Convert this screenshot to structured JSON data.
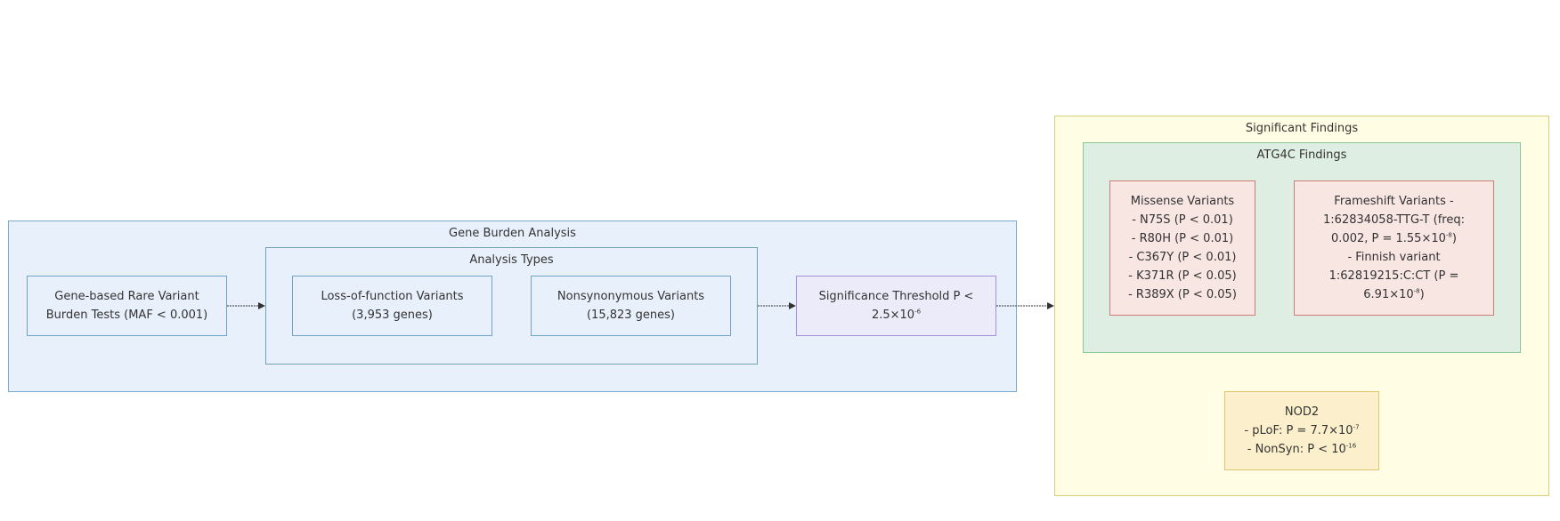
{
  "groups": {
    "gene_burden": {
      "title": "Gene Burden Analysis"
    },
    "analysis_types": {
      "title": "Analysis Types"
    },
    "significant_findings": {
      "title": "Significant Findings"
    },
    "atg4c_findings": {
      "title": "ATG4C Findings"
    }
  },
  "nodes": {
    "gene_based": {
      "lines": [
        "Gene-based Rare Variant",
        "Burden Tests (MAF < 0.001)"
      ]
    },
    "lof": {
      "lines": [
        "Loss-of-function Variants",
        "(3,953 genes)"
      ]
    },
    "nonsyn": {
      "lines": [
        "Nonsynonymous Variants",
        "(15,823 genes)"
      ]
    },
    "threshold": {
      "line1": "Significance Threshold P <",
      "line2_base": "2.5×10",
      "line2_exp": "-6"
    },
    "missense": {
      "lines": [
        "Missense Variants",
        "- N75S (P < 0.01)",
        "- R80H (P < 0.01)",
        "- C367Y (P < 0.01)",
        "- K371R (P < 0.05)",
        "- R389X (P < 0.05)"
      ]
    },
    "frameshift": {
      "line1": "Frameshift Variants -",
      "line2": "1:62834058-TTG-T  (freq:",
      "line3_pre": "0.002, P = 1.55×10",
      "line3_exp": "-8",
      "line3_post": ")",
      "line4": "- Finnish variant",
      "line5": "1:62819215:C:CT  (P =",
      "line6_pre": "6.91×10",
      "line6_exp": "-8",
      "line6_post": ")"
    },
    "nod2": {
      "title": "NOD2",
      "plof_pre": "- pLoF: P = 7.7×10",
      "plof_exp": "-7",
      "nonsyn_pre": "- NonSyn: P < 10",
      "nonsyn_exp": "-16"
    }
  },
  "colors": {
    "gene_burden_fill": "#e8f0fb",
    "threshold_fill": "#ecebf9",
    "findings_fill": "#fffde3",
    "atg4c_fill": "#dfeee2",
    "variant_fill": "#f8e6e2",
    "nod2_fill": "#fcf0cc",
    "arrow": "#333333"
  }
}
